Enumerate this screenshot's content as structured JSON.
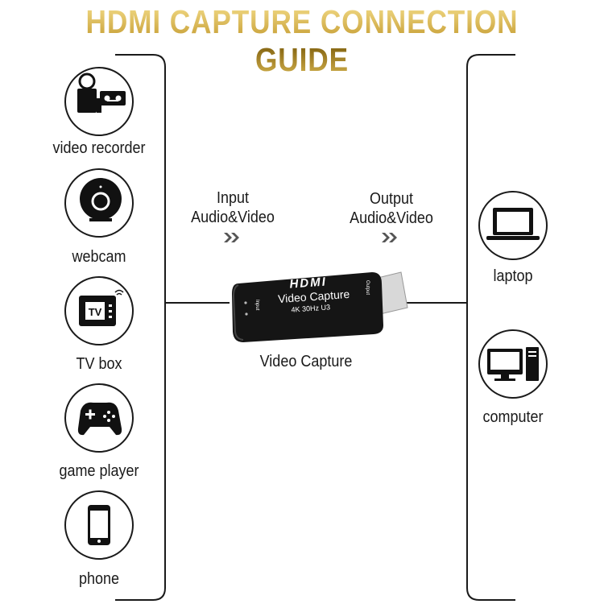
{
  "title": "HDMI CAPTURE CONNECTION GUIDE",
  "inputs": [
    {
      "label": "video recorder",
      "icon": "video-recorder-icon"
    },
    {
      "label": "webcam",
      "icon": "webcam-icon"
    },
    {
      "label": "TV box",
      "icon": "tv-box-icon"
    },
    {
      "label": "game player",
      "icon": "gamepad-icon"
    },
    {
      "label": "phone",
      "icon": "phone-icon"
    }
  ],
  "outputs": [
    {
      "label": "laptop",
      "icon": "laptop-icon"
    },
    {
      "label": "computer",
      "icon": "desktop-computer-icon"
    }
  ],
  "input_label": {
    "line1": "Input",
    "line2": "Audio&Video"
  },
  "output_label": {
    "line1": "Output",
    "line2": "Audio&Video"
  },
  "device": {
    "caption": "Video Capture",
    "logo": "HDMI",
    "name": "Video Capture",
    "spec": "4K 30Hz U3",
    "port_in": "Input",
    "port_out": "Output"
  },
  "tv_badge": "TV",
  "colors": {
    "title_gold": "#c9a23a",
    "line": "#1a1a1a",
    "arrow": "#555555",
    "usb_blue": "#2a6fd6"
  }
}
